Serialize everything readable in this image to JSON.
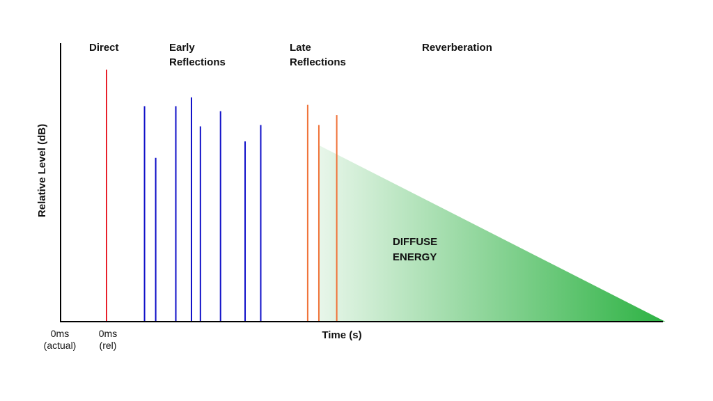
{
  "diagram": {
    "y_axis_label": "Relative Level (dB)",
    "x_axis_label": "Time (s)",
    "tick_labels": {
      "actual": [
        "0ms",
        "(actual)"
      ],
      "rel": [
        "0ms",
        "(rel)"
      ]
    },
    "region_labels": {
      "direct": "Direct",
      "early": [
        "Early",
        "Reflections"
      ],
      "late": [
        "Late",
        "Reflections"
      ],
      "reverb": "Reverberation"
    },
    "diffuse_label": [
      "DIFFUSE",
      "ENERGY"
    ],
    "colors": {
      "axis": "#000000",
      "direct": "#e8202a",
      "early": "#1010c8",
      "late": "#f07238",
      "diffuse_start": "#e8f6ea",
      "diffuse_end": "#2db243"
    },
    "impulses": {
      "direct": [
        {
          "t": 0.0,
          "level": 1.0
        }
      ],
      "early": [
        {
          "t": 0.085,
          "level": 0.855
        },
        {
          "t": 0.11,
          "level": 0.65
        },
        {
          "t": 0.155,
          "level": 0.855
        },
        {
          "t": 0.19,
          "level": 0.89
        },
        {
          "t": 0.21,
          "level": 0.775
        },
        {
          "t": 0.255,
          "level": 0.835
        },
        {
          "t": 0.31,
          "level": 0.715
        },
        {
          "t": 0.345,
          "level": 0.78
        }
      ],
      "late": [
        {
          "t": 0.45,
          "level": 0.86
        },
        {
          "t": 0.475,
          "level": 0.78
        },
        {
          "t": 0.515,
          "level": 0.82
        }
      ]
    },
    "diffuse": {
      "t_start": 0.475,
      "level_start": 0.7,
      "t_end": 1.25
    }
  }
}
